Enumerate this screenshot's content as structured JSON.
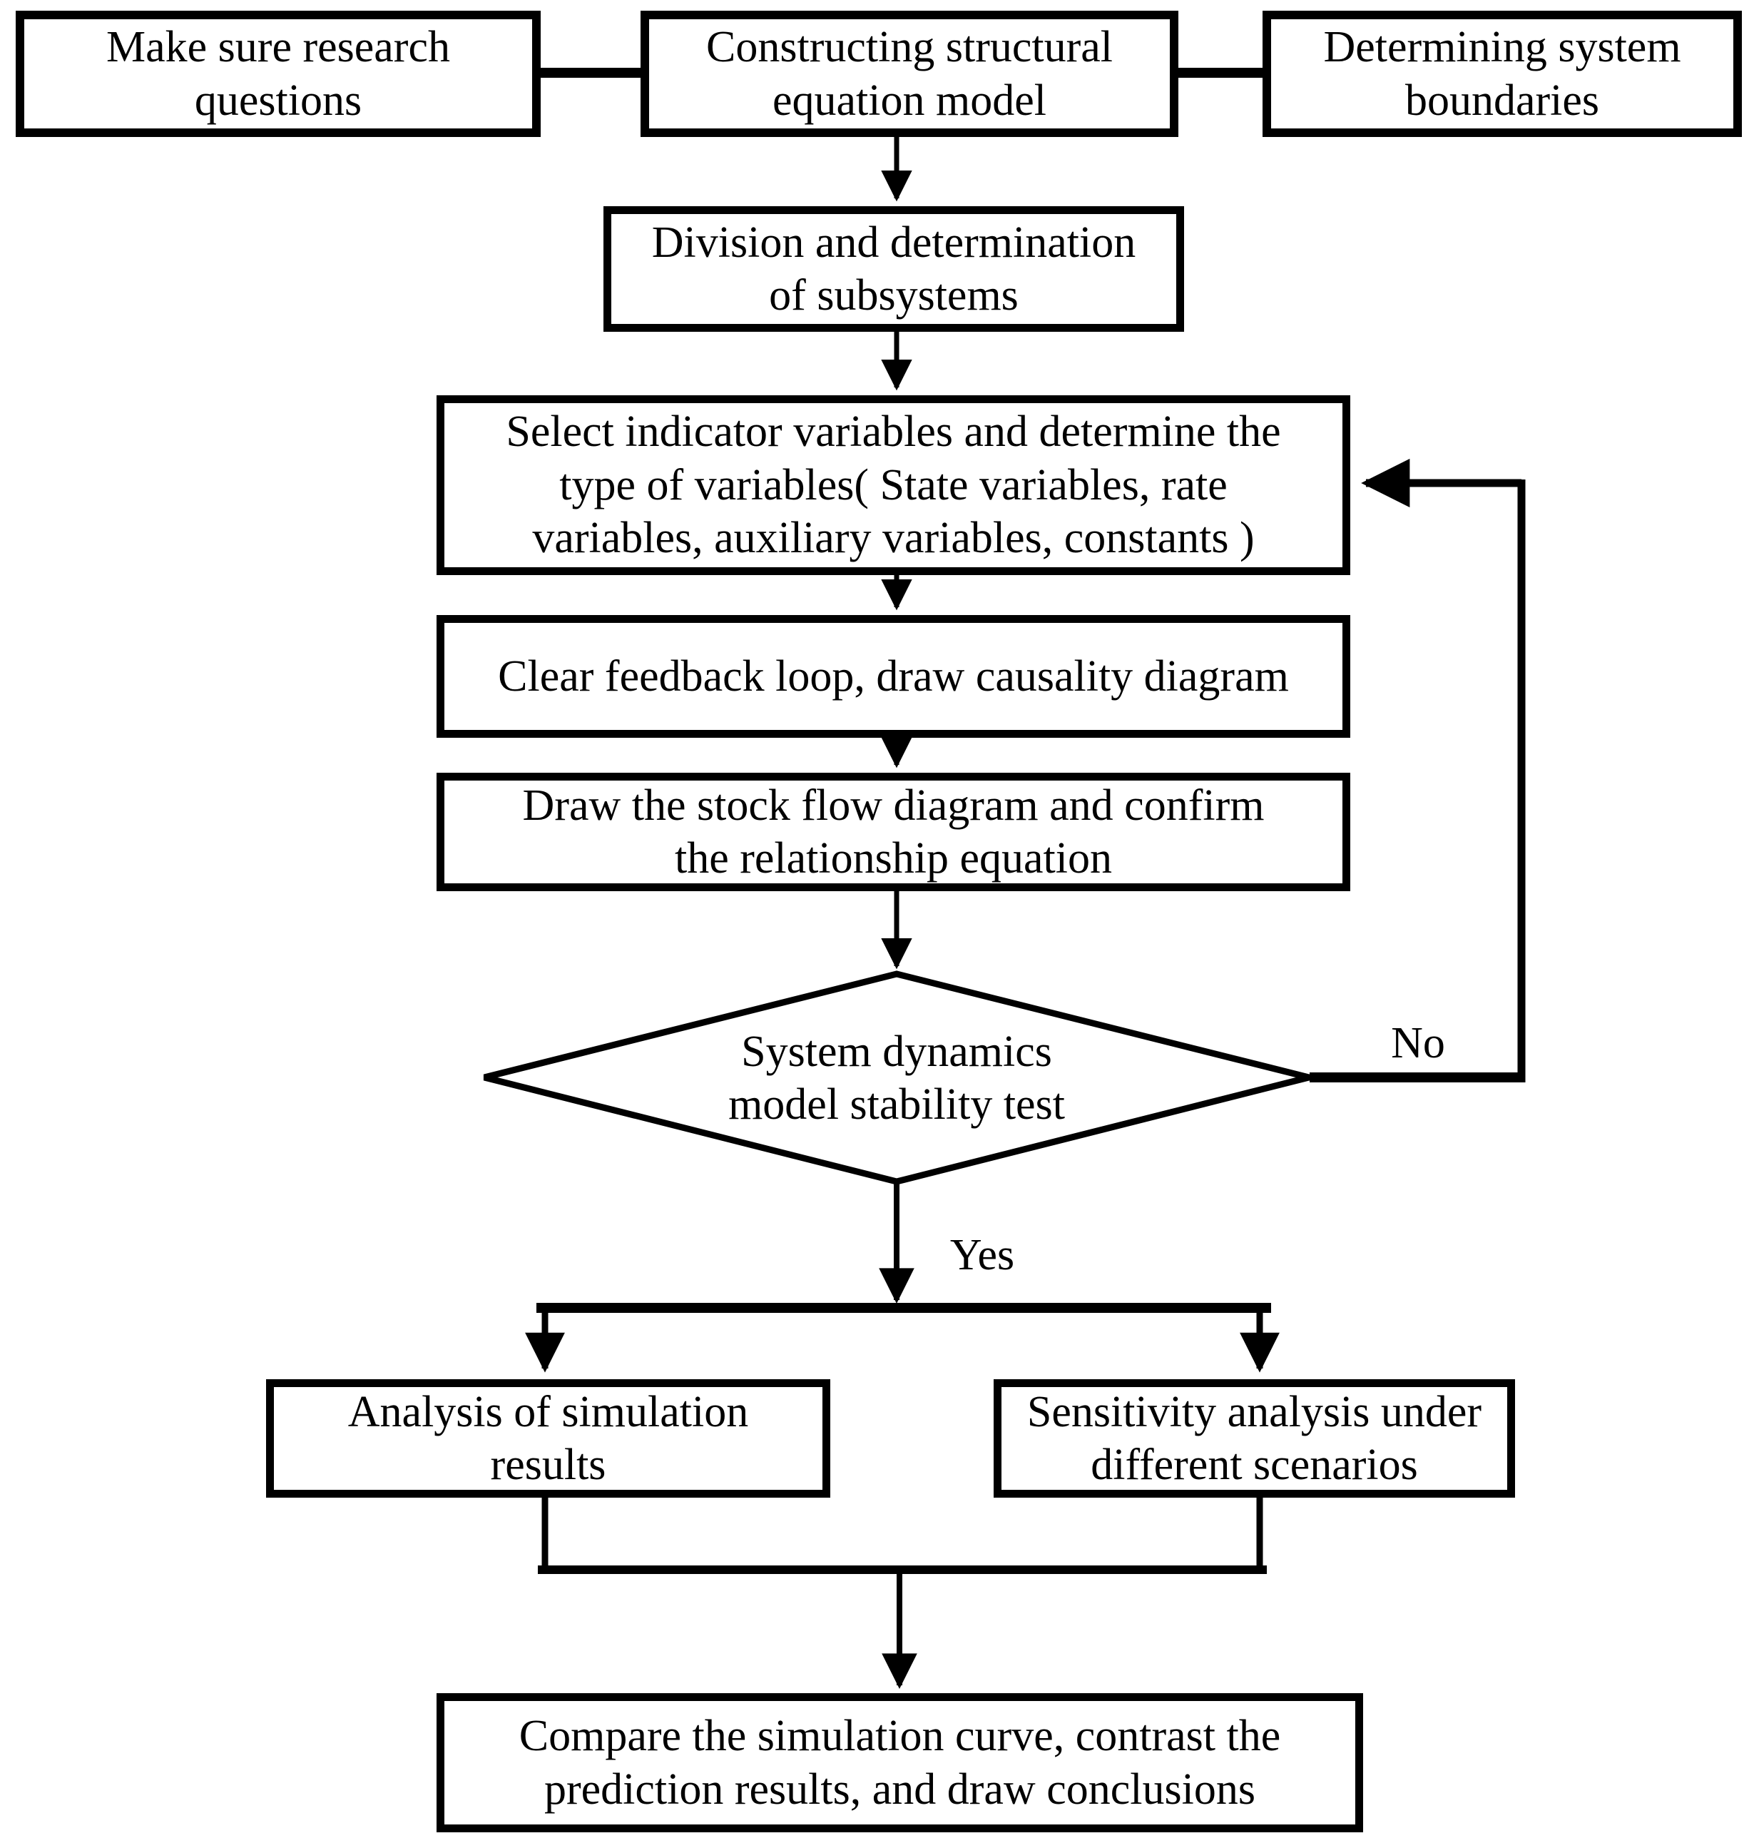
{
  "figure": {
    "type": "flowchart",
    "background": "#ffffff",
    "line_color": "#000000",
    "nodes": {
      "research": "Make sure  research\nquestions",
      "sem": "Constructing structural\nequation model",
      "boundaries": "Determining system\nboundaries",
      "subsystems": "Division and determination\nof subsystems",
      "variables": "Select indicator variables and determine the\ntype of variables( State variables, rate\nvariables, auxiliary variables, constants )",
      "feedback": "Clear feedback loop, draw causality diagram",
      "stockflow": "Draw the stock flow diagram and confirm\nthe relationship equation",
      "stability": "System dynamics\nmodel stability test",
      "analysis": "Analysis of simulation\nresults",
      "sensitivity": "Sensitivity analysis under\ndifferent scenarios",
      "compare": "Compare the simulation curve, contrast the\nprediction results, and draw conclusions"
    },
    "labels": {
      "no": "No",
      "yes": "Yes"
    }
  }
}
